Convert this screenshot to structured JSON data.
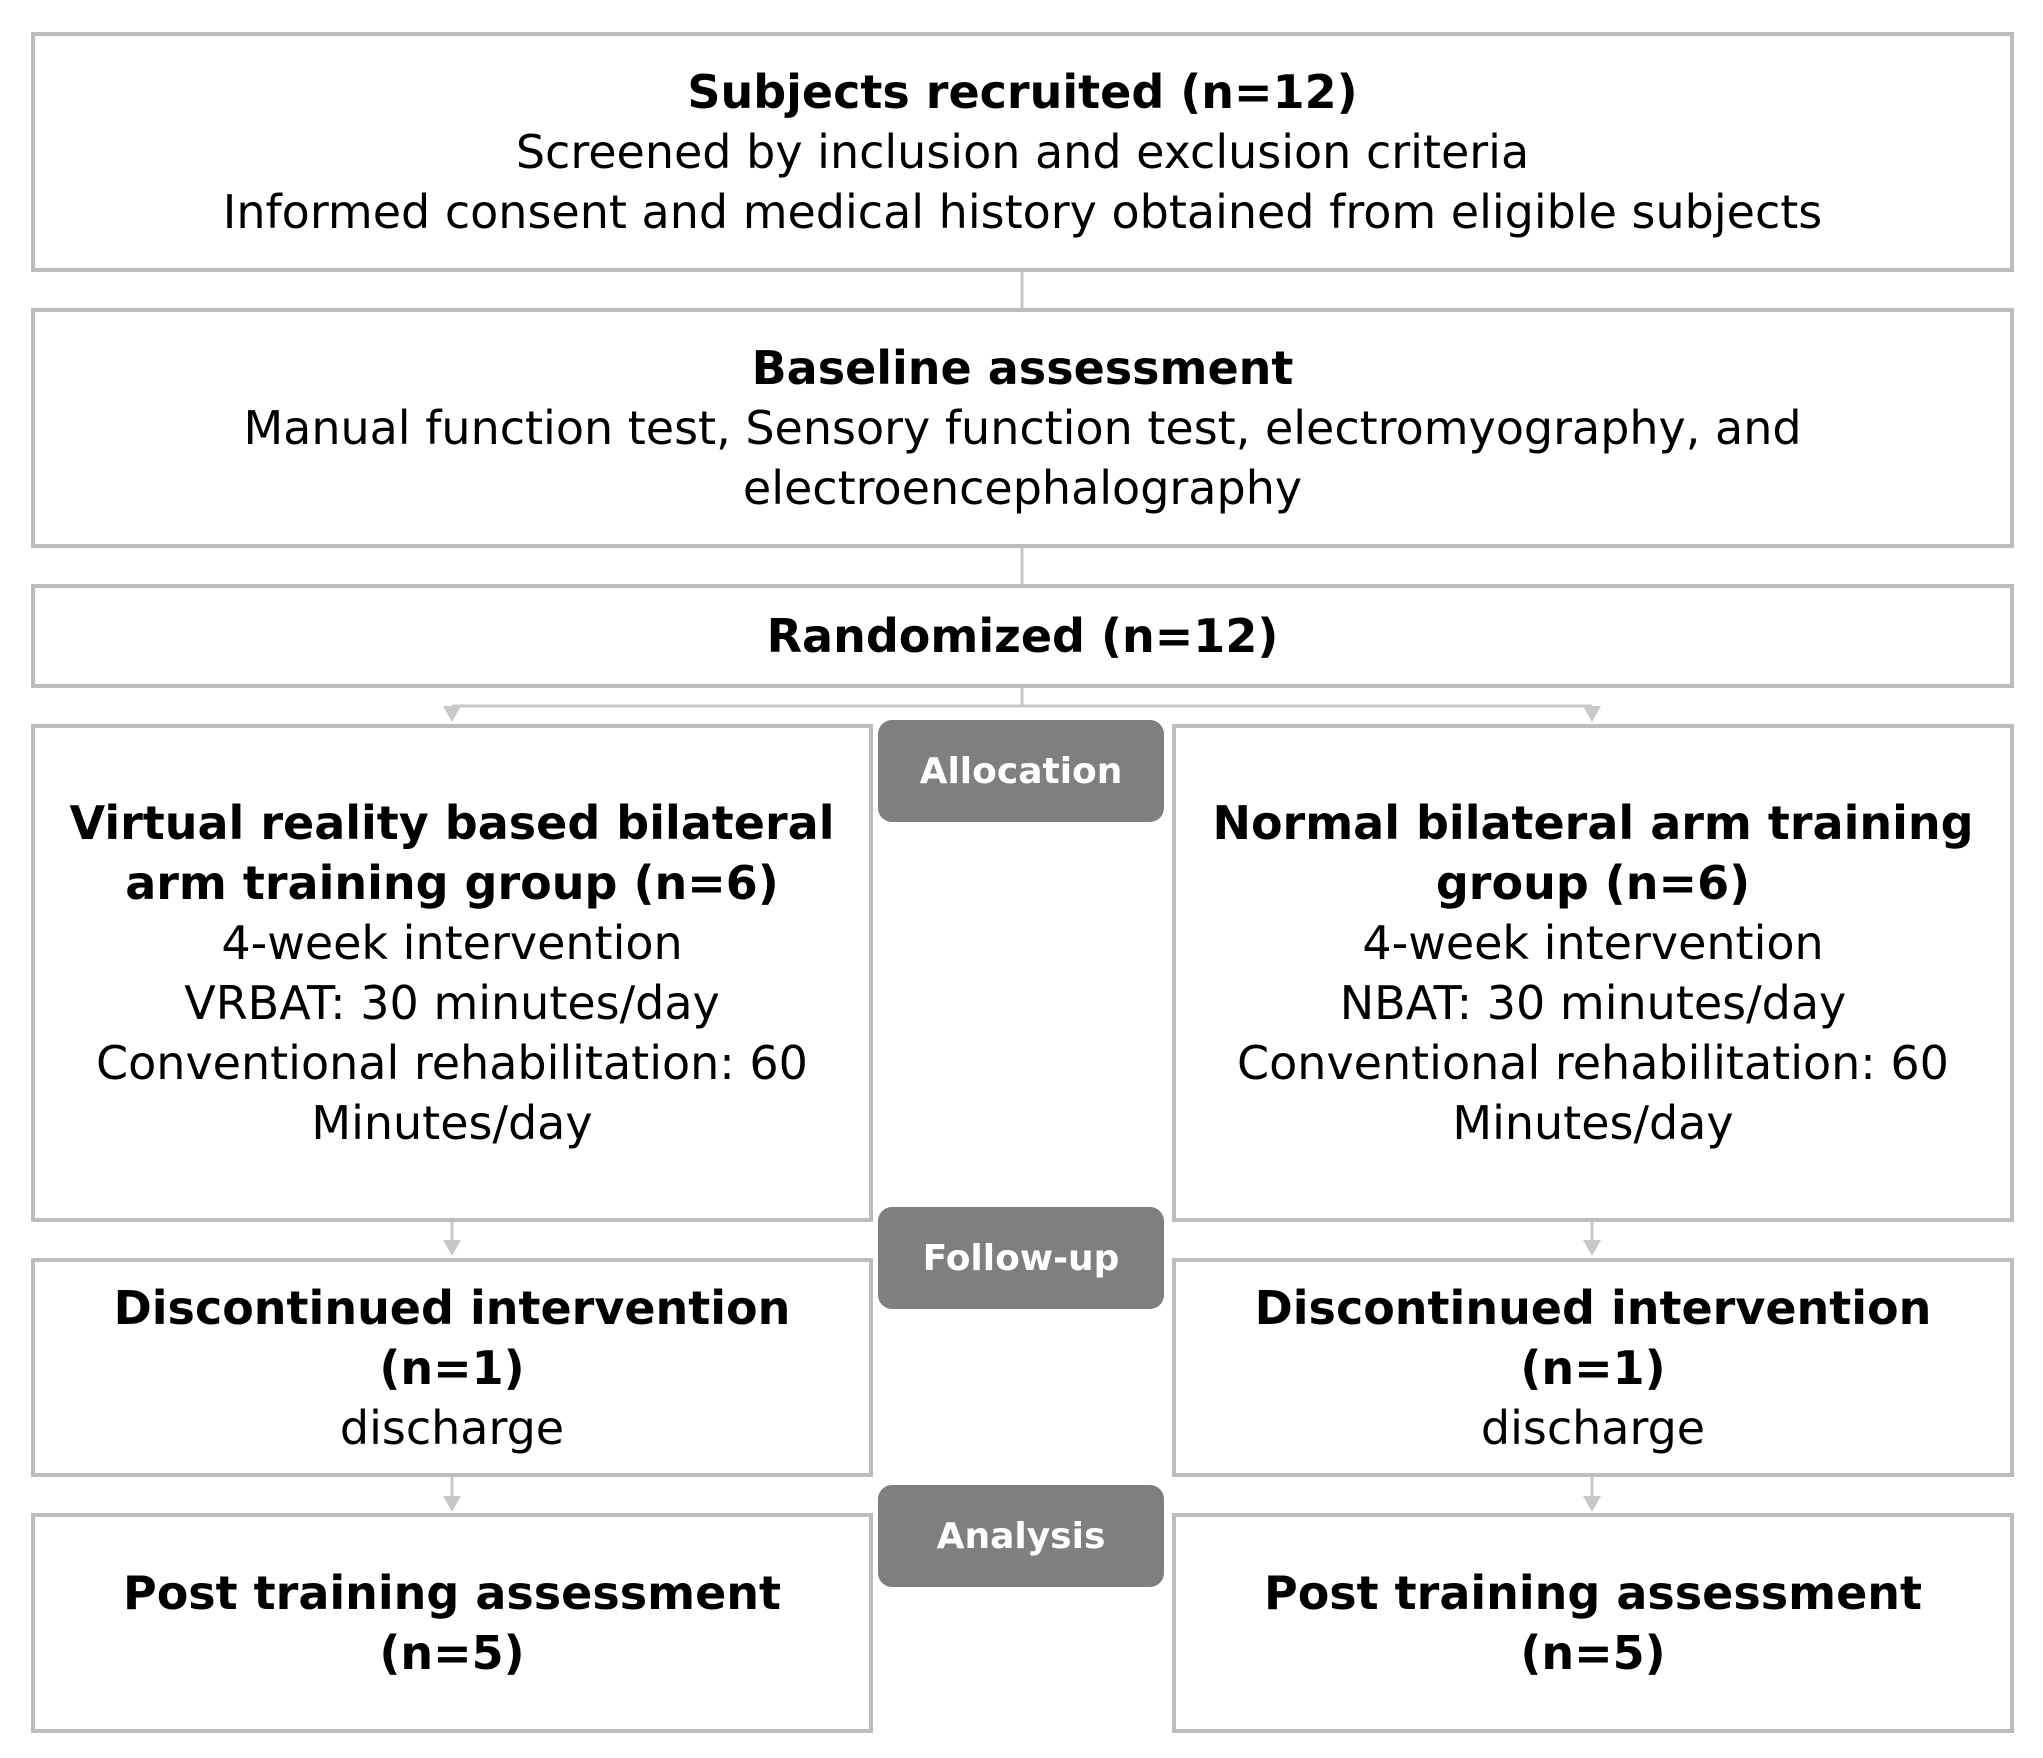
{
  "recruitment": {
    "title": "Subjects recruited (n=12)",
    "line1": "Screened by inclusion and exclusion criteria",
    "line2": "Informed consent and medical history obtained from eligible subjects"
  },
  "baseline": {
    "title": "Baseline assessment",
    "line1": "Manual function test, Sensory function test, electromyography, and",
    "line2": "electroencephalography"
  },
  "randomized": {
    "title": "Randomized (n=12)"
  },
  "stages": {
    "allocation": "Allocation",
    "followup": "Follow-up",
    "analysis": "Analysis"
  },
  "left_group": {
    "title_line1": "Virtual reality based bilateral",
    "title_line2": "arm training group (n=6)",
    "line1": "4-week intervention",
    "line2": "VRBAT: 30 minutes/day",
    "line3": "Conventional rehabilitation: 60",
    "line4": "Minutes/day",
    "discontinued_title": "Discontinued intervention (n=1)",
    "discontinued_reason": "discharge",
    "post": "Post training assessment (n=5)"
  },
  "right_group": {
    "title_line1": "Normal bilateral arm training",
    "title_line2": "group (n=6)",
    "line1": "4-week intervention",
    "line2": "NBAT: 30 minutes/day",
    "line3": "Conventional rehabilitation: 60",
    "line4": "Minutes/day",
    "discontinued_title": "Discontinued intervention (n=1)",
    "discontinued_reason": "discharge",
    "post": "Post training assessment (n=5)"
  },
  "colors": {
    "box_border": "#bdbdbd",
    "stage_fill": "#7f7f7f",
    "stage_text": "#ffffff",
    "connector": "#c8c8c8"
  }
}
